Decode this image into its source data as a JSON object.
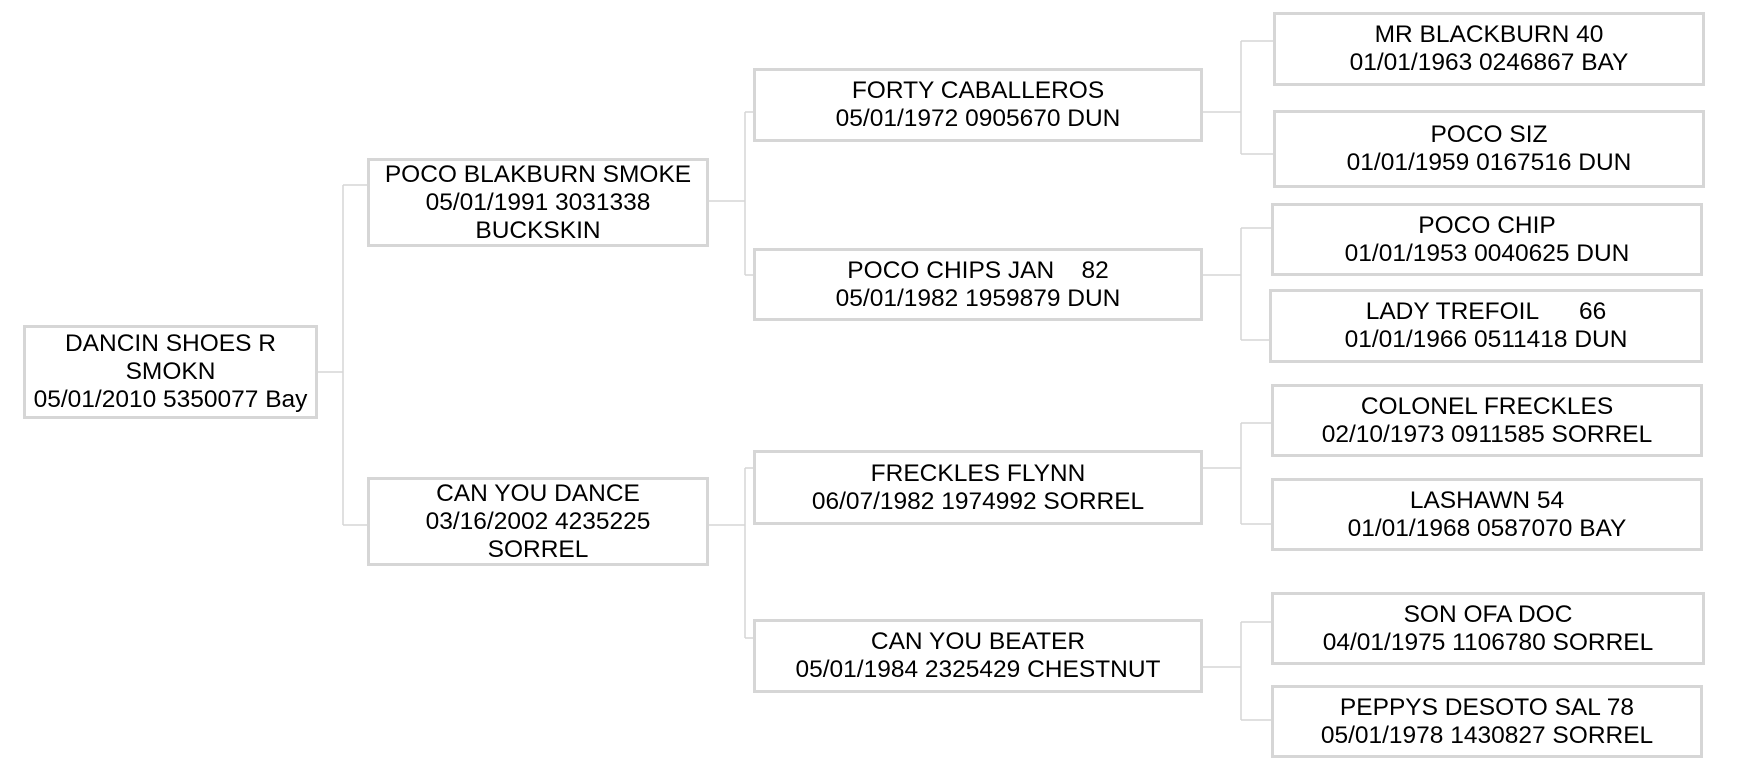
{
  "pedigree": {
    "subject": {
      "line1": "DANCIN SHOES R",
      "line2": "SMOKN",
      "line3": "05/01/2010 5350077 Bay"
    },
    "sire": {
      "line1": "POCO BLAKBURN SMOKE",
      "line2": "05/01/1991 3031338",
      "line3": "BUCKSKIN"
    },
    "dam": {
      "line1": "CAN YOU DANCE",
      "line2": "03/16/2002 4235225",
      "line3": "SORREL"
    },
    "sire_sire": {
      "line1": "FORTY CABALLEROS",
      "line2": "05/01/1972 0905670 DUN"
    },
    "sire_dam": {
      "line1": "POCO CHIPS JAN    82",
      "line2": "05/01/1982 1959879 DUN"
    },
    "dam_sire": {
      "line1": "FRECKLES FLYNN",
      "line2": "06/07/1982 1974992 SORREL"
    },
    "dam_dam": {
      "line1": "CAN YOU BEATER",
      "line2": "05/01/1984 2325429 CHESTNUT"
    },
    "sire_sire_sire": {
      "line1": "MR BLACKBURN 40",
      "line2": "01/01/1963 0246867 BAY"
    },
    "sire_sire_dam": {
      "line1": "POCO SIZ",
      "line2": "01/01/1959 0167516 DUN"
    },
    "sire_dam_sire": {
      "line1": "POCO CHIP",
      "line2": "01/01/1953 0040625 DUN"
    },
    "sire_dam_dam": {
      "line1": "LADY TREFOIL      66",
      "line2": "01/01/1966 0511418 DUN"
    },
    "dam_sire_sire": {
      "line1": "COLONEL FRECKLES",
      "line2": "02/10/1973 0911585 SORREL"
    },
    "dam_sire_dam": {
      "line1": "LASHAWN 54",
      "line2": "01/01/1968 0587070 BAY"
    },
    "dam_dam_sire": {
      "line1": "SON OFA DOC",
      "line2": "04/01/1975 1106780 SORREL"
    },
    "dam_dam_dam": {
      "line1": "PEPPYS DESOTO SAL 78",
      "line2": "05/01/1978 1430827 SORREL"
    }
  },
  "colors": {
    "box_border": "#d6d6d6",
    "connector": "#d6d6d6",
    "text": "#000000",
    "background": "#ffffff"
  }
}
